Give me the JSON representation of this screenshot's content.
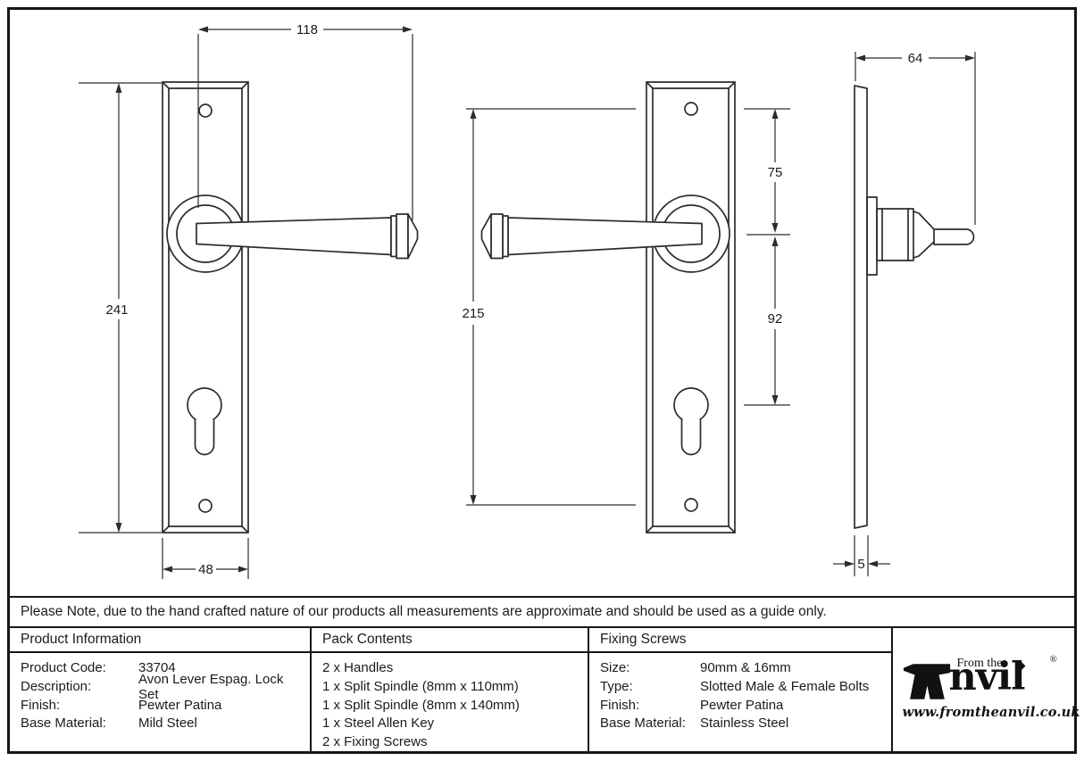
{
  "note": "Please Note, due to the hand crafted nature of our products all measurements are approximate and should be used as a guide only.",
  "dimensions": {
    "front_view": {
      "handle_length": "118",
      "plate_height": "241",
      "plate_width": "48"
    },
    "middle_view": {
      "screw_centres": "215",
      "screw_to_spindle": "75",
      "spindle_to_keyhole": "92"
    },
    "side_view": {
      "projection": "64",
      "plate_thickness": "5"
    }
  },
  "table": {
    "product_information": {
      "header": "Product Information",
      "rows": [
        {
          "label": "Product Code:",
          "value": "33704"
        },
        {
          "label": "Description:",
          "value": "Avon Lever Espag. Lock Set"
        },
        {
          "label": "Finish:",
          "value": "Pewter Patina"
        },
        {
          "label": "Base Material:",
          "value": "Mild Steel"
        }
      ]
    },
    "pack_contents": {
      "header": "Pack Contents",
      "items": [
        "2 x Handles",
        "1 x Split Spindle (8mm x 110mm)",
        "1 x Split Spindle (8mm x 140mm)",
        "1 x Steel Allen Key",
        "2 x Fixing Screws"
      ]
    },
    "fixing_screws": {
      "header": "Fixing Screws",
      "rows": [
        {
          "label": "Size:",
          "value": "90mm & 16mm"
        },
        {
          "label": "Type:",
          "value": "Slotted Male & Female Bolts"
        },
        {
          "label": "Finish:",
          "value": "Pewter Patina"
        },
        {
          "label": "Base Material:",
          "value": "Stainless Steel"
        }
      ]
    }
  },
  "logo": {
    "prefix": "From the",
    "brand": "nvil",
    "registered": "®",
    "url": "www.fromtheanvil.co.uk"
  }
}
